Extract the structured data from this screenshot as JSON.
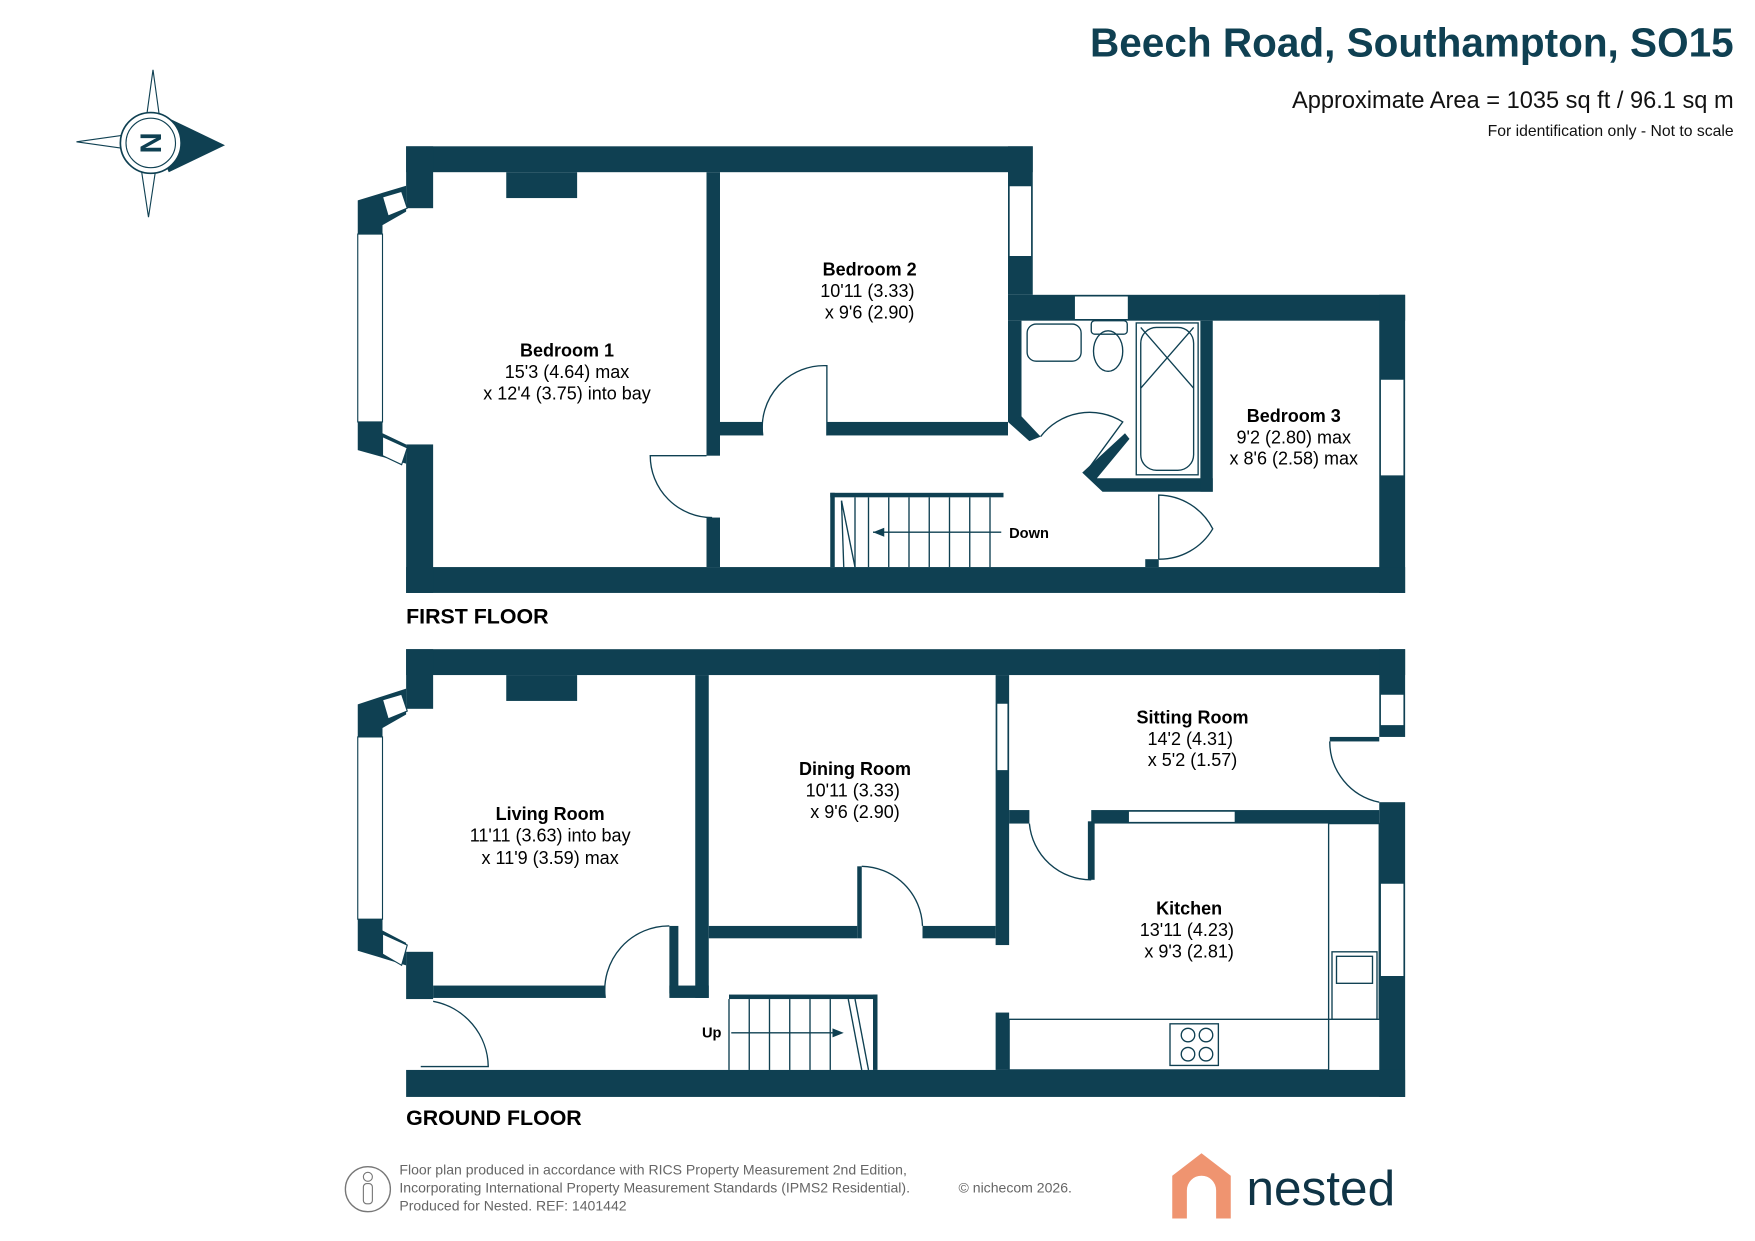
{
  "header": {
    "title": "Beech Road, Southampton, SO15",
    "area": "Approximate Area = 1035 sq ft / 96.1 sq m",
    "disclaimer": "For identification only - Not to scale"
  },
  "compass": {
    "letter": "N"
  },
  "first_floor": {
    "label": "FIRST FLOOR",
    "stairs_label": "Down",
    "rooms": [
      {
        "name": "Bedroom 1",
        "line1": "15'3 (4.64) max",
        "line2": "x 12'4 (3.75) into bay"
      },
      {
        "name": "Bedroom 2",
        "line1": "10'11 (3.33)",
        "line2": "x 9'6 (2.90)"
      },
      {
        "name": "Bedroom 3",
        "line1": "9'2 (2.80) max",
        "line2": "x 8'6 (2.58) max"
      }
    ]
  },
  "ground_floor": {
    "label": "GROUND FLOOR",
    "stairs_label": "Up",
    "rooms": [
      {
        "name": "Living Room",
        "line1": "11'11 (3.63) into bay",
        "line2": "x 11'9 (3.59) max"
      },
      {
        "name": "Dining Room",
        "line1": "10'11 (3.33)",
        "line2": "x 9'6 (2.90)"
      },
      {
        "name": "Sitting Room",
        "line1": "14'2 (4.31)",
        "line2": "x 5'2 (1.57)"
      },
      {
        "name": "Kitchen",
        "line1": "13'11 (4.23)",
        "line2": "x 9'3 (2.81)"
      }
    ]
  },
  "footer": {
    "line1": "Floor plan produced in accordance with RICS Property Measurement 2nd Edition,",
    "line2": "Incorporating International Property Measurement Standards (IPMS2 Residential).",
    "copyright": "© nichecom 2026.",
    "line3": "Produced for Nested.  REF:  1401442",
    "brand": "nested"
  },
  "colors": {
    "wall": "#0f4052",
    "brand_orange": "#ef9470",
    "title": "#0f4052"
  }
}
